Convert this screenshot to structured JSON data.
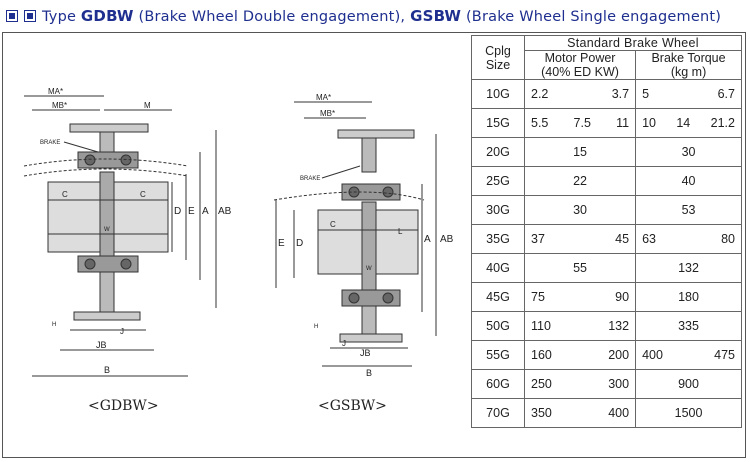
{
  "title": {
    "prefix": "Type",
    "code1": "GDBW",
    "desc1": "(Brake Wheel Double engagement),",
    "code2": "GSBW",
    "desc2": "(Brake Wheel Single engagement)"
  },
  "drawings": {
    "left_caption": "<GDBW>",
    "right_caption": "<GSBW>",
    "labels": {
      "ma": "MA*",
      "mb": "MB*",
      "m": "M",
      "brake": "BRAKE",
      "c": "C",
      "d": "D",
      "e": "E",
      "a": "A",
      "ab": "AB",
      "w": "W",
      "h": "H",
      "j": "J",
      "jb": "JB",
      "b": "B",
      "l": "L"
    }
  },
  "table": {
    "size_header": [
      "Cplg",
      "Size"
    ],
    "group_header": "Standard Brake Wheel",
    "power_header": [
      "Motor Power",
      "(40% ED KW)"
    ],
    "torque_header": [
      "Brake Torque",
      "(kg m)"
    ],
    "rows": [
      {
        "size": "10G",
        "power": [
          "2.2",
          "3.7"
        ],
        "torque": [
          "5",
          "6.7"
        ]
      },
      {
        "size": "15G",
        "power": [
          "5.5",
          "7.5",
          "11"
        ],
        "torque": [
          "10",
          "14",
          "21.2"
        ]
      },
      {
        "size": "20G",
        "power": [
          "15"
        ],
        "torque": [
          "30"
        ]
      },
      {
        "size": "25G",
        "power": [
          "22"
        ],
        "torque": [
          "40"
        ]
      },
      {
        "size": "30G",
        "power": [
          "30"
        ],
        "torque": [
          "53"
        ]
      },
      {
        "size": "35G",
        "power": [
          "37",
          "45"
        ],
        "torque": [
          "63",
          "80"
        ]
      },
      {
        "size": "40G",
        "power": [
          "55"
        ],
        "torque": [
          "132"
        ]
      },
      {
        "size": "45G",
        "power": [
          "75",
          "90"
        ],
        "torque": [
          "180"
        ]
      },
      {
        "size": "50G",
        "power": [
          "110",
          "132"
        ],
        "torque": [
          "335"
        ]
      },
      {
        "size": "55G",
        "power": [
          "160",
          "200"
        ],
        "torque": [
          "400",
          "475"
        ]
      },
      {
        "size": "60G",
        "power": [
          "250",
          "300"
        ],
        "torque": [
          "900"
        ]
      },
      {
        "size": "70G",
        "power": [
          "350",
          "400"
        ],
        "torque": [
          "1500"
        ]
      }
    ]
  }
}
